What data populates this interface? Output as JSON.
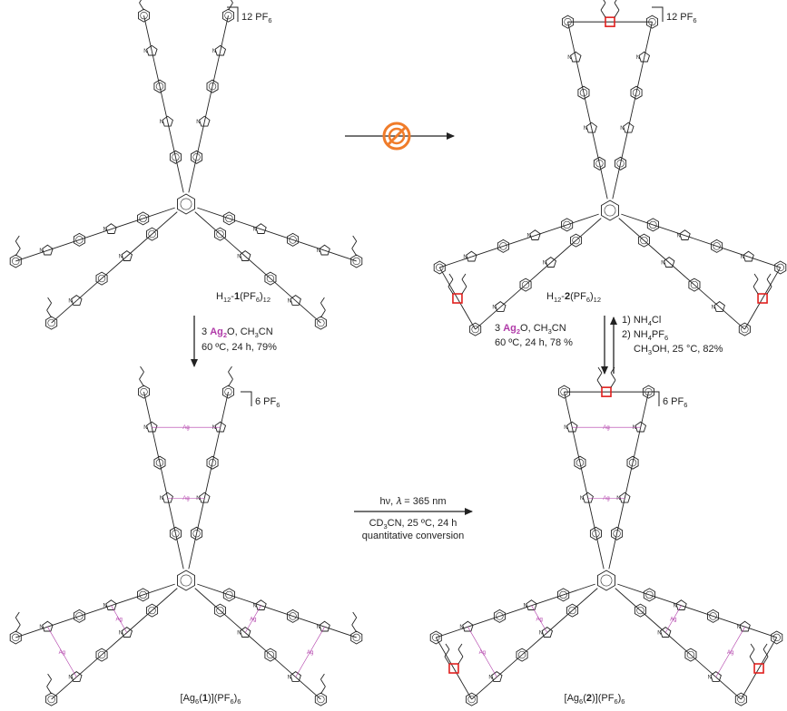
{
  "counterion_top": "12 PF",
  "counterion_top_sub": "6",
  "counterion_bottom": "6 PF",
  "counterion_bottom_sub": "6",
  "compound1": {
    "a": "H",
    "a_sub": "12",
    "b": "-",
    "c": "1",
    "d": "(PF",
    "d_sub": "6",
    "e": ")",
    "e_sub": "12"
  },
  "compound2": {
    "a": "H",
    "a_sub": "12",
    "b": "-",
    "c": "2",
    "d": "(PF",
    "d_sub": "6",
    "e": ")",
    "e_sub": "12"
  },
  "complex1": {
    "a": "[Ag",
    "a_sub": "6",
    "b": "(",
    "c": "1",
    "d": ")](PF",
    "d_sub": "6",
    "e": ")",
    "e_sub": "6"
  },
  "complex2": {
    "a": "[Ag",
    "a_sub": "6",
    "b": "(",
    "c": "2",
    "d": ")](PF",
    "d_sub": "6",
    "e": ")",
    "e_sub": "6"
  },
  "arrow_left": {
    "l1a": "3 ",
    "l1b": "Ag",
    "l1c": "2",
    "l1d": "O, CH",
    "l1e": "3",
    "l1f": "CN",
    "l2": "60 ºC, 24 h, 79%"
  },
  "arrow_right_down": {
    "l1a": "3 ",
    "l1b": "Ag",
    "l1c": "2",
    "l1d": "O, CH",
    "l1e": "3",
    "l1f": "CN",
    "l2": "60 ºC, 24 h, 78 %"
  },
  "arrow_right_up": {
    "l1": "1) NH",
    "l1s": "4",
    "l1e": "Cl",
    "l2": "2) NH",
    "l2s": "4",
    "l2m": "PF",
    "l2t": "6",
    "l3": "CH",
    "l3s": "3",
    "l3e": "OH, 25 °C, 82%"
  },
  "arrow_bottom": {
    "l1": "hν, 𝜆 = 365 nm",
    "l2a": "CD",
    "l2b": "3",
    "l2c": "CN, 25 ºC, 24 h",
    "l3": "quantitative conversion"
  },
  "atoms": {
    "n": "N",
    "ag": "Ag"
  },
  "colors": {
    "ink": "#222222",
    "silver": "#b03aa8",
    "cyclobutane": "#e0201e",
    "forbidden": "#f07c2a"
  }
}
